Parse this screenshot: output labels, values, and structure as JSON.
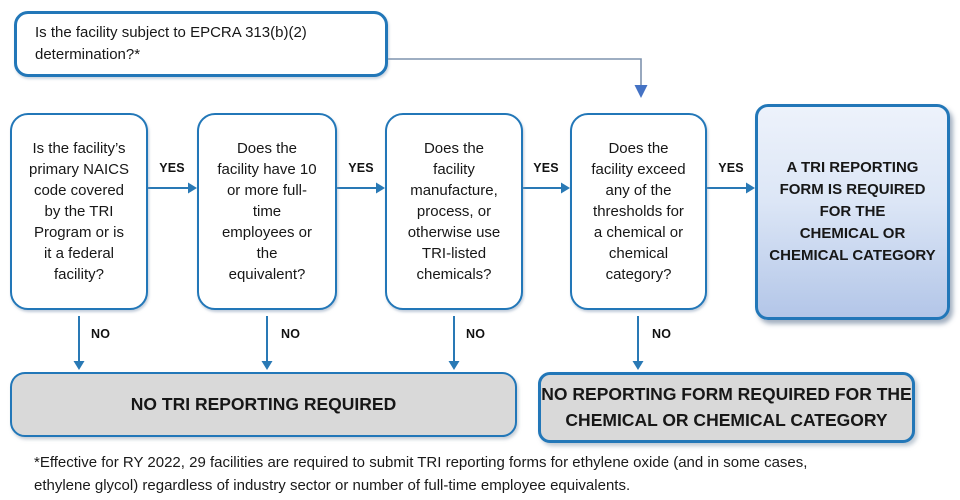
{
  "diagram": {
    "title_box": {
      "text": "Is the facility subject to EPCRA 313(b)(2)\ndetermination?*"
    },
    "questions": [
      {
        "text": "Is the facility’s\nprimary NAICS\ncode covered\nby the TRI\nProgram or is\nit a federal\nfacility?"
      },
      {
        "text": "Does the\nfacility have 10\nor more full-\ntime\nemployees or\nthe\nequivalent?"
      },
      {
        "text": "Does the\nfacility\nmanufacture,\nprocess, or\notherwise use\nTRI-listed\nchemicals?"
      },
      {
        "text": "Does the\nfacility exceed\nany of the\nthresholds for\na chemical or\nchemical\ncategory?"
      }
    ],
    "yes_label": "YES",
    "no_label": "NO",
    "outcomes": {
      "form_required": {
        "text": "A TRI REPORTING\nFORM IS REQUIRED\nFOR THE\nCHEMICAL OR\nCHEMICAL CATEGORY"
      },
      "no_reporting": {
        "text": "NO TRI REPORTING REQUIRED"
      },
      "no_form_required": {
        "text": "NO REPORTING FORM REQUIRED FOR THE\nCHEMICAL OR CHEMICAL CATEGORY"
      }
    },
    "footnote": "*Effective for RY 2022, 29 facilities are required to submit TRI reporting forms for ethylene oxide (and in some cases,\nethylene glycol) regardless of industry sector or number of full-time employee equivalents.",
    "colors": {
      "box_border_blue": "#2277B8",
      "arrow_blue": "#2979B5",
      "connector_gray_blue": "#7E93AE",
      "connector_arrowhead": "#4472C4",
      "gray_fill": "#D9D9D9",
      "result_gradient_top": "#EDF2FB",
      "result_gradient_bottom": "#B3C6E8",
      "text": "#171717"
    }
  }
}
